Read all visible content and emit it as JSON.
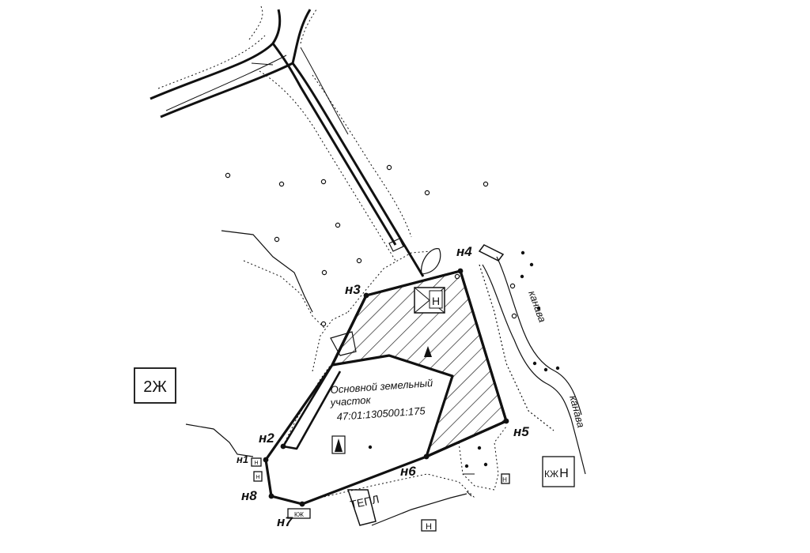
{
  "map": {
    "zone_label": "2Ж",
    "main_parcel": {
      "title_line1": "Основной земельный",
      "title_line2": "участок",
      "cadastral_number": "47:01:1305001:175"
    },
    "points": [
      {
        "id": "n1",
        "label": "н1"
      },
      {
        "id": "n2",
        "label": "н2"
      },
      {
        "id": "n3",
        "label": "н3"
      },
      {
        "id": "n4",
        "label": "н4"
      },
      {
        "id": "n5",
        "label": "н5"
      },
      {
        "id": "n6",
        "label": "н6"
      },
      {
        "id": "n7",
        "label": "н7"
      },
      {
        "id": "n8",
        "label": "н8"
      }
    ],
    "ditch_labels": [
      "канава",
      "канава"
    ],
    "building_labels": [
      "Н",
      "КЖ",
      "Н",
      "Н",
      "КЖ",
      "Н"
    ],
    "small_labels": [
      "ТЕПЛ",
      "Н",
      "Н"
    ],
    "colors": {
      "ink": "#111111",
      "paper": "#ffffff"
    }
  }
}
